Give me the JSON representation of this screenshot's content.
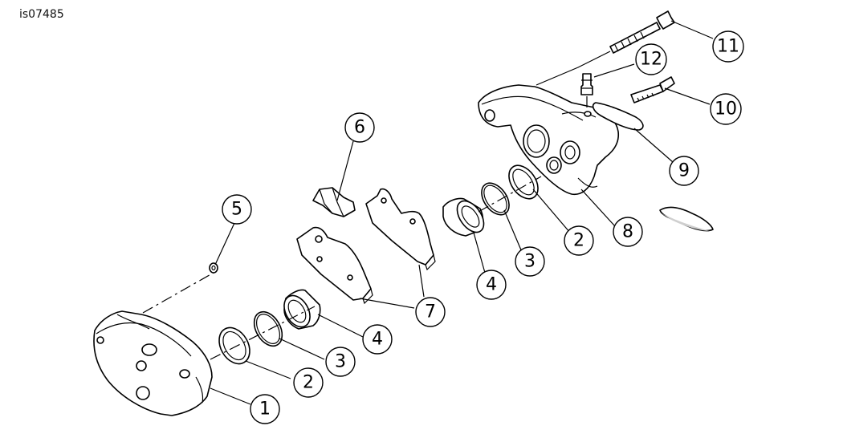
{
  "figure_id": "is07485",
  "callouts": {
    "c1": "1",
    "c2a": "2",
    "c3a": "3",
    "c4a": "4",
    "c5": "5",
    "c6": "6",
    "c7": "7",
    "c8": "8",
    "c9": "9",
    "c10": "10",
    "c11": "11",
    "c12": "12",
    "c2b": "2",
    "c3b": "3",
    "c4b": "4"
  }
}
